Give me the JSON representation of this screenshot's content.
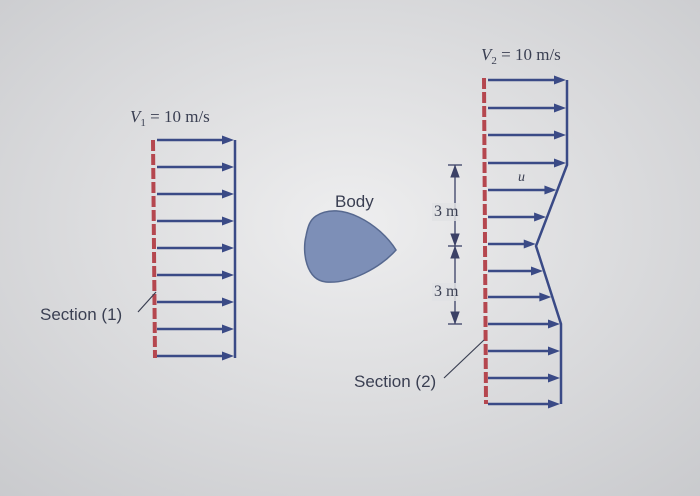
{
  "diagram": {
    "section1_velocity": {
      "symbol": "V",
      "subscript": "1",
      "value": "= 10 m/s"
    },
    "section2_velocity": {
      "symbol": "V",
      "subscript": "2",
      "value": "= 10 m/s"
    },
    "body_label": "Body",
    "section1_label": "Section (1)",
    "section2_label": "Section (2)",
    "dimension_upper": "3 m",
    "dimension_lower": "3 m",
    "profile_label": "u",
    "colors": {
      "arrow": "#3a4a86",
      "wall": "#b5474f",
      "body": "#7d8fb7",
      "dimension": "#3b4166"
    }
  }
}
